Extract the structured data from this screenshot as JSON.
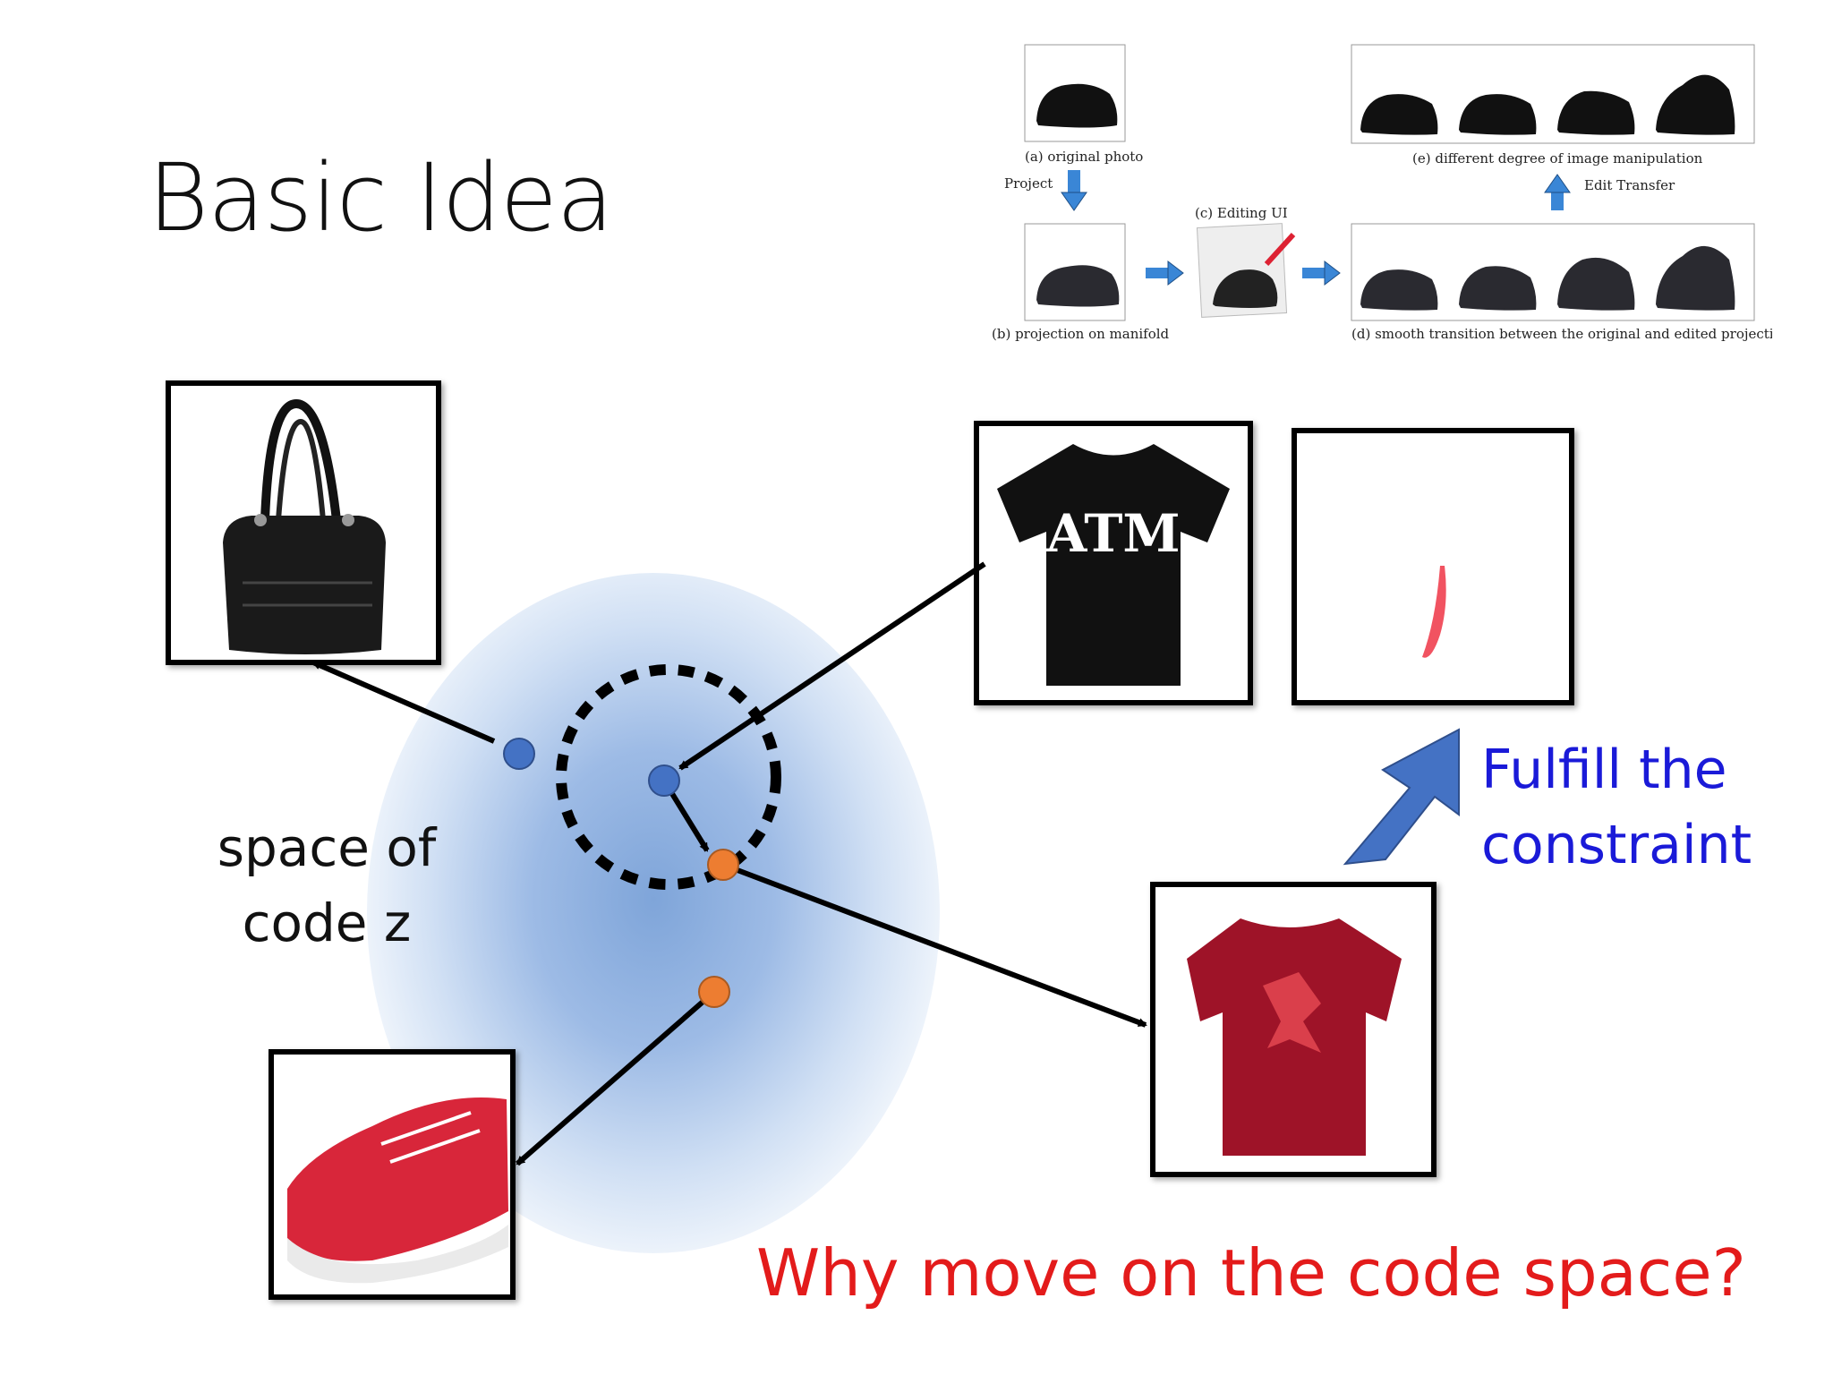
{
  "title": "Basic Idea",
  "space_label": [
    "space of",
    "code z"
  ],
  "constraint_label": [
    "Fulfill the",
    "constraint"
  ],
  "question": "Why move on the code space?",
  "figure_captions": {
    "original": "(a) original photo",
    "project": "Project",
    "projection": "(b) projection on manifold",
    "editing": "(c) Editing UI",
    "manipulation": "(e) different degree of image manipulation",
    "edit_transfer": "Edit Transfer",
    "transition": "(d) smooth transition between the original and edited projection"
  },
  "tshirt_logo": "ATM",
  "colors": {
    "blue_point": "#4472c4",
    "orange_point": "#ed7d31",
    "constraint_text": "#1a1ad8",
    "question_text": "#e31b1b",
    "arrow_fill": "#4472c4"
  }
}
